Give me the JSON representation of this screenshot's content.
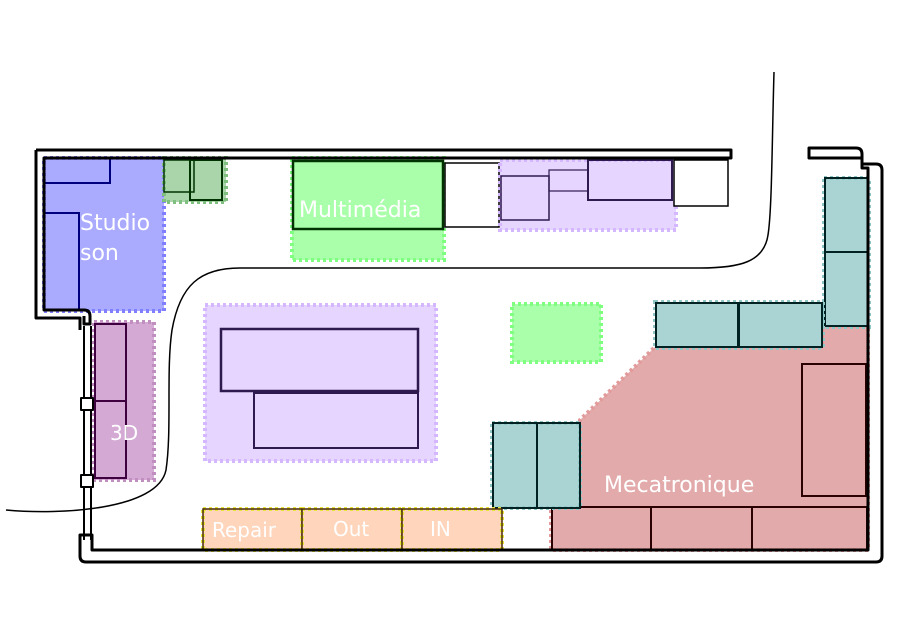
{
  "title": "Floor plan",
  "zones": [
    {
      "id": "studio-son",
      "label_lines": [
        "Studio",
        "son"
      ],
      "color": "#aaaaff",
      "border": "#7f7fff",
      "furniture_stroke": "#00007f"
    },
    {
      "id": "green-small",
      "label_lines": [],
      "color": "#aad4aa",
      "border": "#7fc07f",
      "furniture_stroke": "#003300"
    },
    {
      "id": "multimedia",
      "label_lines": [
        "Multimédia"
      ],
      "color": "#aaffaa",
      "border": "#7fff7f",
      "furniture_stroke": "#003300"
    },
    {
      "id": "purple-top",
      "label_lines": [],
      "color": "#e5d5ff",
      "border": "#d4b7ff",
      "furniture_stroke": "#2f1a4f"
    },
    {
      "id": "3d",
      "label_lines": [
        "3D"
      ],
      "color": "#d4aad4",
      "border": "#c08fc0",
      "furniture_stroke": "#3f003f"
    },
    {
      "id": "purple-center",
      "label_lines": [],
      "color": "#e5d5ff",
      "border": "#d4b7ff",
      "furniture_stroke": "#2f1a4f"
    },
    {
      "id": "green-center",
      "label_lines": [],
      "color": "#aaffaa",
      "border": "#7fff7f"
    },
    {
      "id": "teal",
      "label_lines": [],
      "color": "#aad4d4",
      "border": "#8fc6c6",
      "furniture_stroke": "#002222"
    },
    {
      "id": "mecatronique",
      "label_lines": [
        "Mecatronique"
      ],
      "color": "#e2aaaa",
      "border": "#e29a9a",
      "furniture_stroke": "#2a0000"
    },
    {
      "id": "repair",
      "label_lines": [
        "Repair"
      ],
      "color": "#ffd5bb",
      "border": "#e6e63a",
      "furniture_stroke": "#4a2a0a"
    },
    {
      "id": "out",
      "label_lines": [
        "Out"
      ],
      "color": "#ffd5bb",
      "border": "#e6e63a"
    },
    {
      "id": "in",
      "label_lines": [
        "IN"
      ],
      "color": "#ffd5bb",
      "border": "#e6e63a"
    }
  ]
}
